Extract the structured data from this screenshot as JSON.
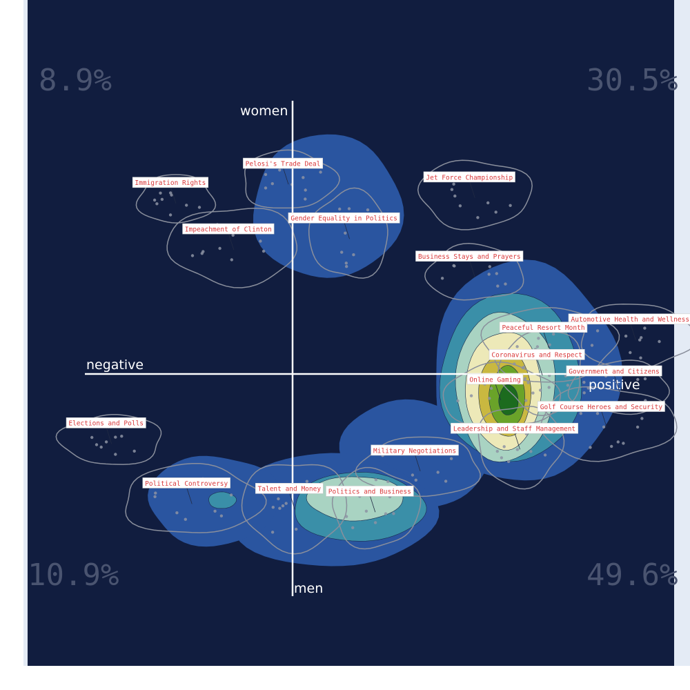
{
  "chart_data": {
    "type": "scatter",
    "title": "",
    "xlabel": "",
    "ylabel": "",
    "axes": {
      "x_negative_label": "negative",
      "x_positive_label": "positive",
      "y_positive_label": "women",
      "y_negative_label": "men",
      "xlim": [
        -1,
        1
      ],
      "ylim": [
        -1,
        1
      ]
    },
    "quadrant_percentages": {
      "top_left": "8.9%",
      "top_right": "30.5%",
      "bottom_left": "10.9%",
      "bottom_right": "49.6%"
    },
    "density_colors": [
      "#2a55a0",
      "#3a8fa8",
      "#a9d3c2",
      "#ede9b8",
      "#c9b840",
      "#6aa329",
      "#1c6b1e"
    ],
    "topics": [
      {
        "label": "Immigration Rights",
        "x": -0.38,
        "y": 0.7
      },
      {
        "label": "Pelosi's Trade Deal",
        "x": -0.03,
        "y": 0.77
      },
      {
        "label": "Jet Force Championship",
        "x": 0.55,
        "y": 0.72
      },
      {
        "label": "Impeachment of Clinton",
        "x": -0.2,
        "y": 0.53
      },
      {
        "label": "Gender Equality in Politics",
        "x": 0.16,
        "y": 0.57
      },
      {
        "label": "Business Stays and Prayers",
        "x": 0.55,
        "y": 0.43
      },
      {
        "label": "Automotive Health and Wellness",
        "x": 1.05,
        "y": 0.2
      },
      {
        "label": "Peaceful Resort Month",
        "x": 0.78,
        "y": 0.17
      },
      {
        "label": "Coronavirus and Respect",
        "x": 0.76,
        "y": 0.07
      },
      {
        "label": "Government and Citizens",
        "x": 1.0,
        "y": 0.01
      },
      {
        "label": "Online Gaming",
        "x": 0.63,
        "y": -0.02
      },
      {
        "label": "Golf Course Heroes and Security",
        "x": 0.96,
        "y": -0.12
      },
      {
        "label": "Leadership and Staff Management",
        "x": 0.69,
        "y": -0.2
      },
      {
        "label": "Elections and Polls",
        "x": -0.58,
        "y": -0.18
      },
      {
        "label": "Military Negotiations",
        "x": 0.38,
        "y": -0.28
      },
      {
        "label": "Political Controversy",
        "x": -0.33,
        "y": -0.4
      },
      {
        "label": "Politics and Business",
        "x": 0.24,
        "y": -0.43
      },
      {
        "label": "Talent and Money",
        "x": -0.01,
        "y": -0.42
      }
    ]
  }
}
